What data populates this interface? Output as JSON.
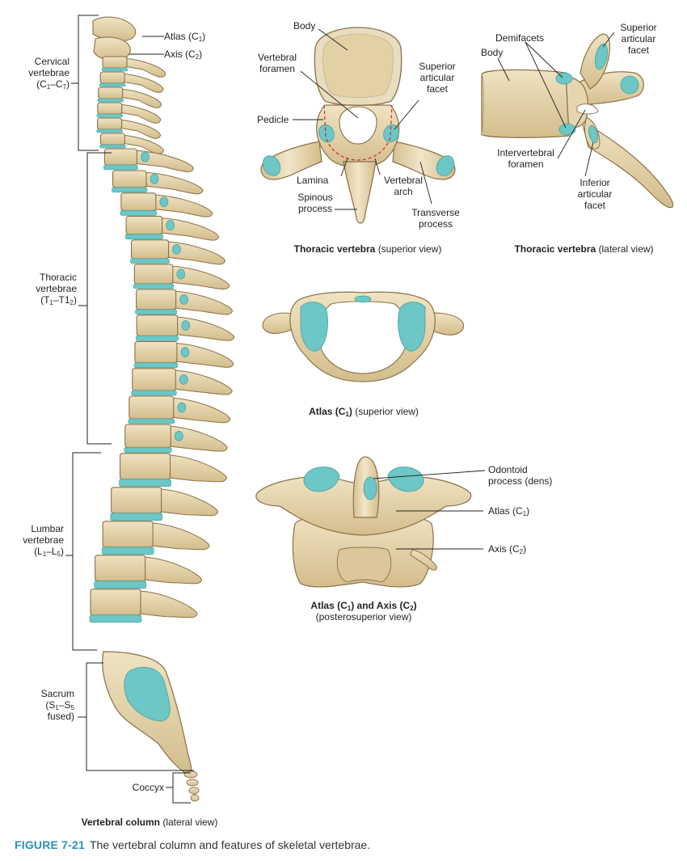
{
  "figure": {
    "number": "FIGURE 7-21",
    "caption": "The vertebral column and features of skeletal vertebrae."
  },
  "colors": {
    "bone": "#eadcb8",
    "bone_shade": "#d6c092",
    "bone_outline": "#8a7148",
    "cartilage": "#6cc7c6",
    "leader": "#231f20",
    "arch_dash": "#d8232a",
    "figure_accent": "#2a8fbd"
  },
  "column": {
    "caption_title": "Vertebral column",
    "caption_view": "(lateral view)",
    "regions": {
      "cervical": {
        "l1": "Cervical",
        "l2": "vertebrae",
        "l3a": "(C",
        "s1": "1",
        "l3b": "–C",
        "s2": "7",
        "l3c": ")"
      },
      "thoracic": {
        "l1": "Thoracic",
        "l2": "vertebrae",
        "l3a": "(T",
        "s1": "1",
        "l3b": "–T1",
        "s2": "2",
        "l3c": ")"
      },
      "lumbar": {
        "l1": "Lumbar",
        "l2": "vertebrae",
        "l3a": "(L",
        "s1": "1",
        "l3b": "–L",
        "s2": "5",
        "l3c": ")"
      },
      "sacrum": {
        "l1": "Sacrum",
        "l2a": "(S",
        "s1": "1",
        "l2b": "–S",
        "s2": "5",
        "l3": "fused)"
      },
      "coccyx": {
        "label": "Coccyx"
      }
    },
    "atlas": {
      "a": "Atlas (C",
      "s": "1",
      "b": ")"
    },
    "axis": {
      "a": "Axis (C",
      "s": "2",
      "b": ")"
    }
  },
  "thoracic_superior": {
    "caption_title": "Thoracic vertebra",
    "caption_view": "(superior view)",
    "labels": {
      "body": "Body",
      "foramen_1": "Vertebral",
      "foramen_2": "foramen",
      "pedicle": "Pedicle",
      "superior_1": "Superior",
      "superior_2": "articular",
      "superior_3": "facet",
      "lamina": "Lamina",
      "arch_1": "Vertebral",
      "arch_2": "arch",
      "spinous_1": "Spinous",
      "spinous_2": "process",
      "transverse_1": "Transverse",
      "transverse_2": "process"
    }
  },
  "thoracic_lateral": {
    "caption_title": "Thoracic vertebra",
    "caption_view": "(lateral view)",
    "labels": {
      "demifacets": "Demifacets",
      "body": "Body",
      "superior_1": "Superior",
      "superior_2": "articular",
      "superior_3": "facet",
      "interv_1": "Intervertebral",
      "interv_2": "foramen",
      "inferior_1": "Inferior",
      "inferior_2": "articular",
      "inferior_3": "facet"
    }
  },
  "atlas_superior": {
    "caption_a": "Atlas (C",
    "caption_s": "1",
    "caption_b": ")",
    "caption_view": "(superior view)"
  },
  "atlas_axis": {
    "caption_a": "Atlas (C",
    "caption_s1": "1",
    "caption_b": ") and Axis (C",
    "caption_s2": "2",
    "caption_c": ")",
    "caption_view": "(posterosuperior view)",
    "labels": {
      "dens_1": "Odontoid",
      "dens_2": "process (dens)",
      "atlas_a": "Atlas (C",
      "atlas_s": "1",
      "atlas_b": ")",
      "axis_a": "Axis (C",
      "axis_s": "2",
      "axis_b": ")"
    }
  }
}
